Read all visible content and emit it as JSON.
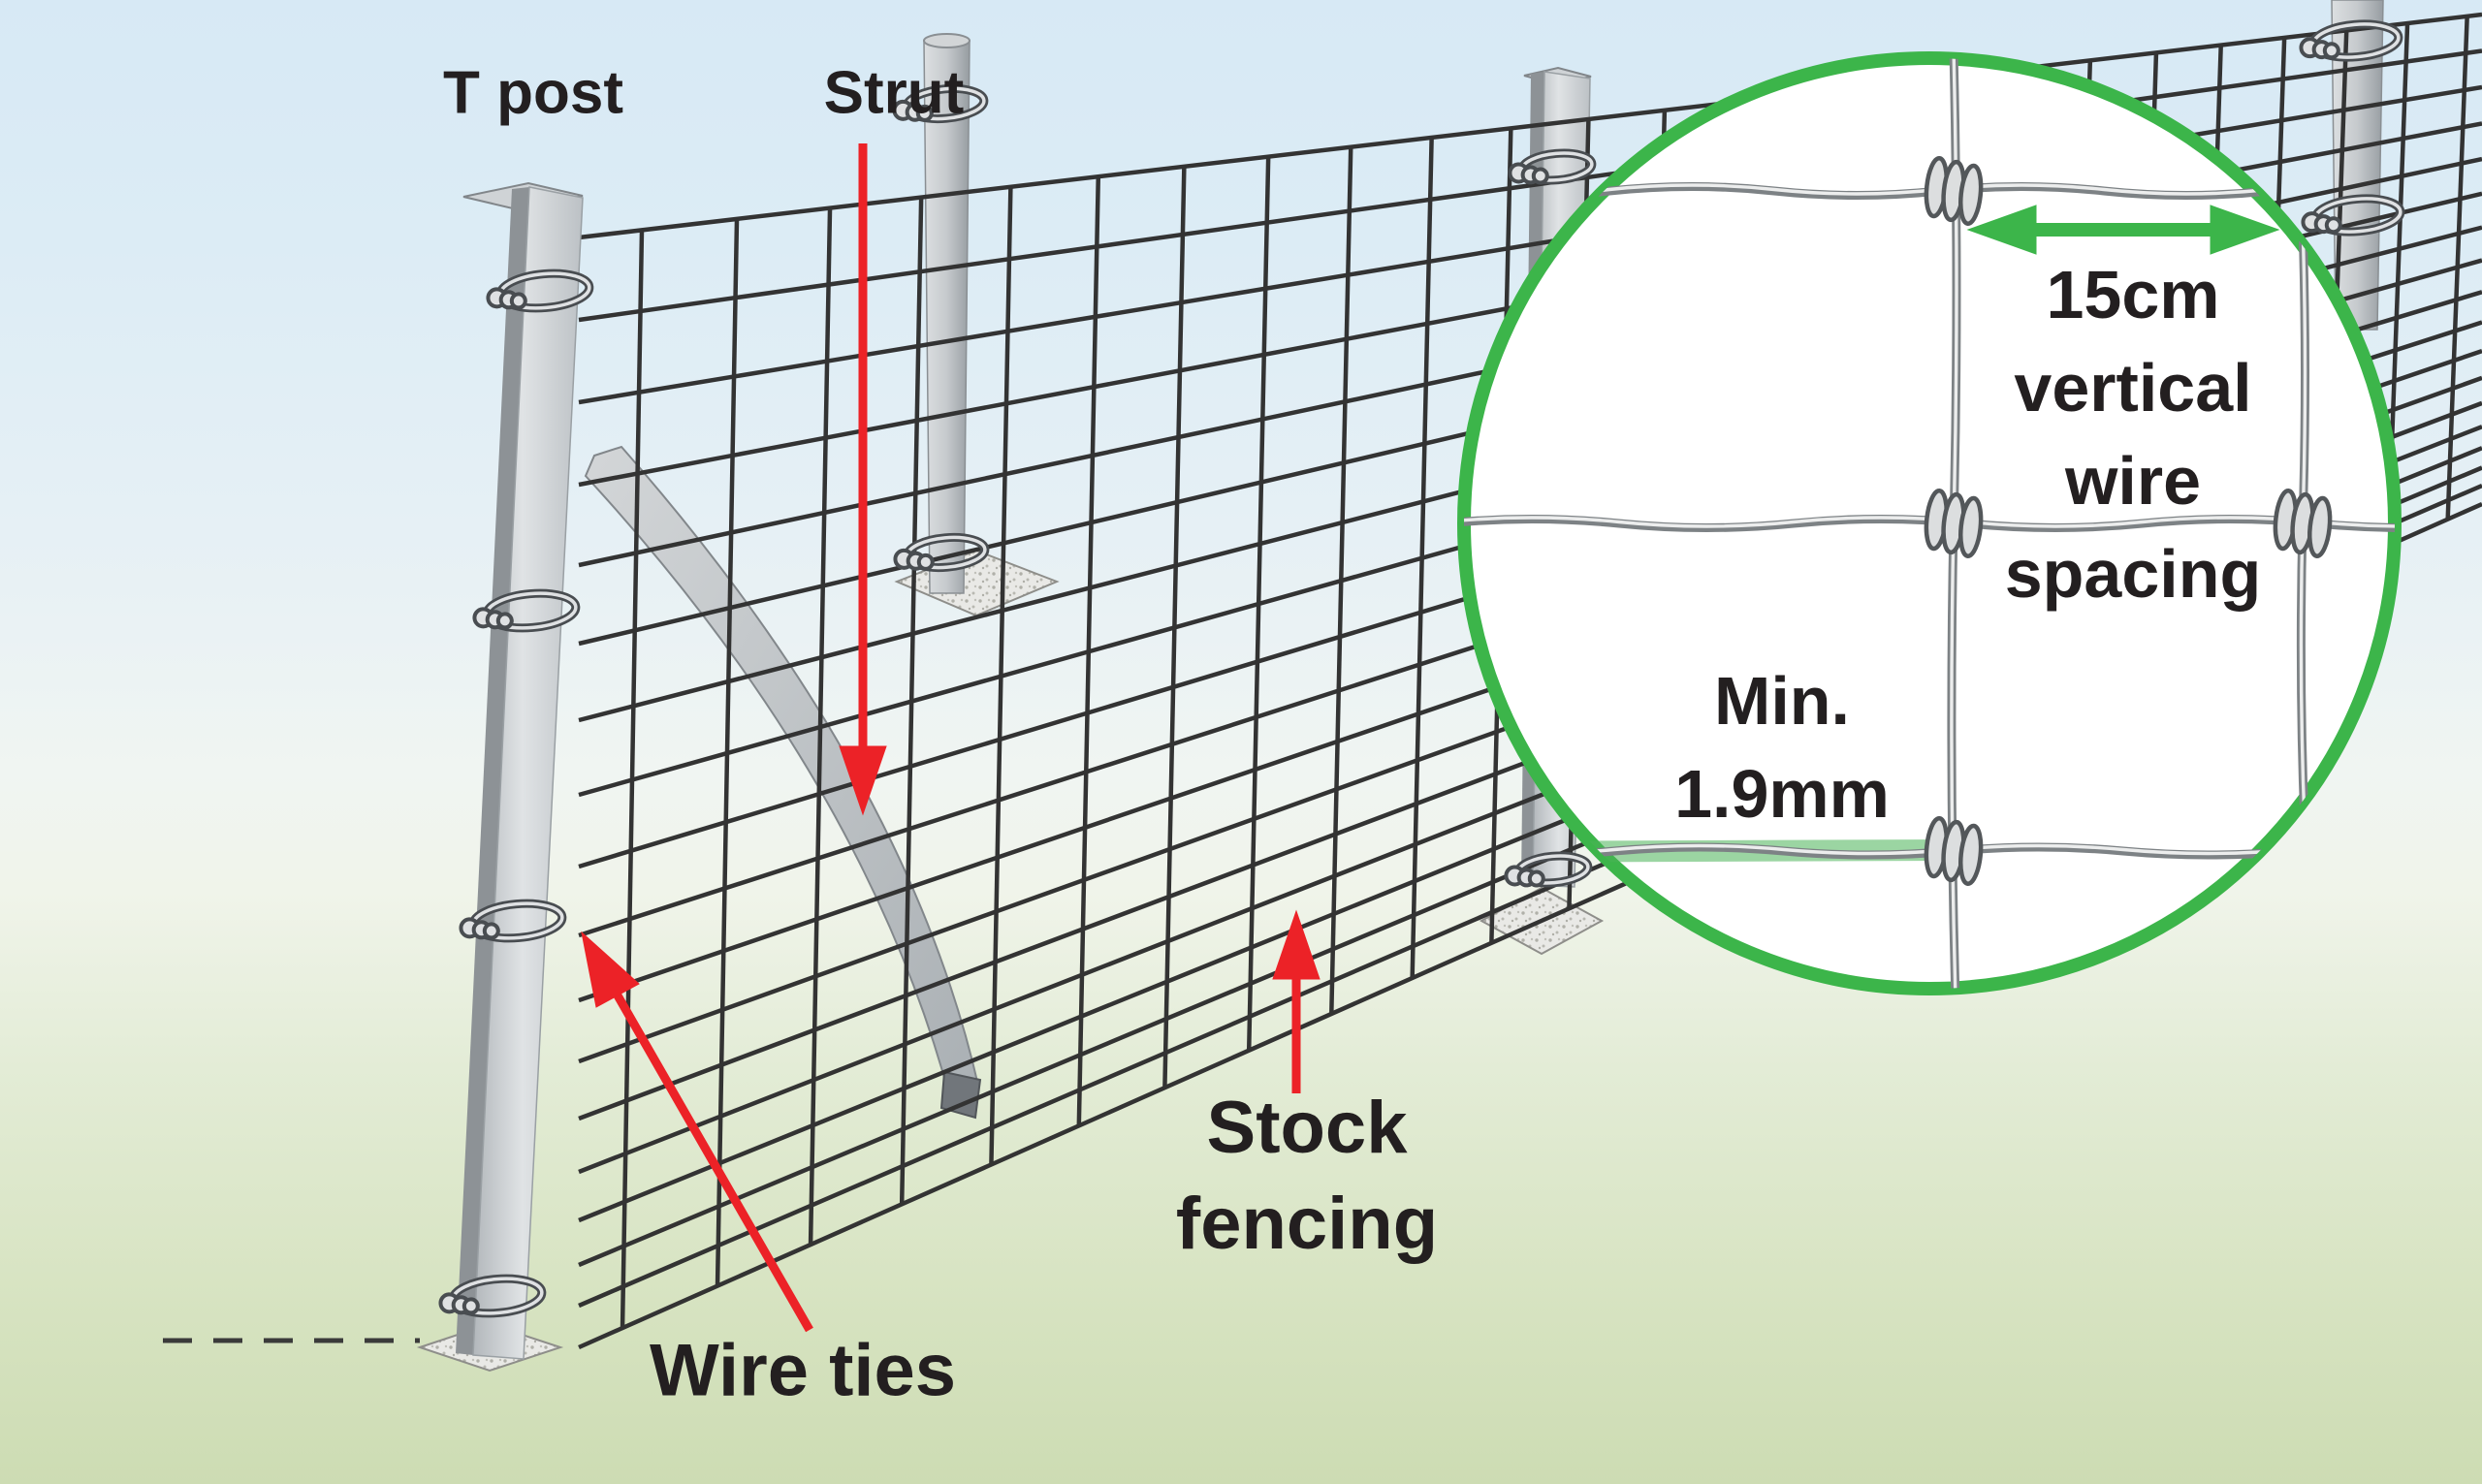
{
  "title": "Stock fencing installation diagram",
  "labels": {
    "t_post": "T post",
    "strut": "Strut",
    "stock_fencing_line1": "Stock",
    "stock_fencing_line2": "fencing",
    "wire_ties": "Wire ties"
  },
  "inset": {
    "spacing_line1": "15cm",
    "spacing_line2": "vertical",
    "spacing_line3": "wire",
    "spacing_line4": "spacing",
    "min_line1": "Min.",
    "min_line2": "1.9mm"
  },
  "colors": {
    "arrow_red": "#ec2227",
    "inset_green": "#3cb54a",
    "wire_dark": "#333333",
    "text": "#231f20",
    "sky_top": "#d8e9f4",
    "grass_bottom": "#cddcb3",
    "post_gray": "#c6cacd",
    "inset_wire_gray": "#7d8285"
  }
}
